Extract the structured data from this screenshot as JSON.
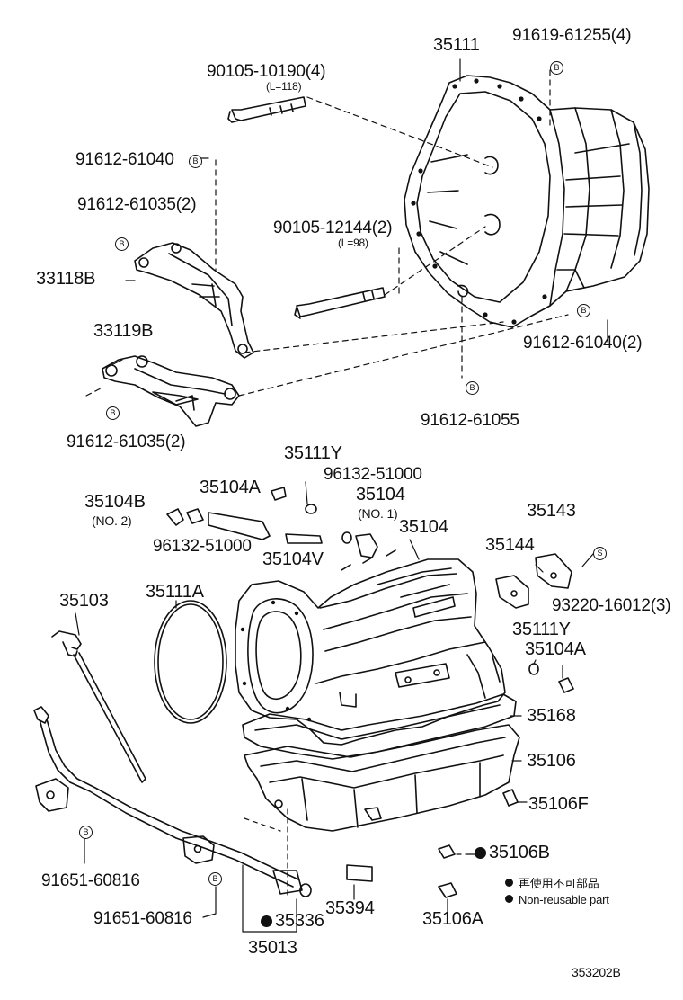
{
  "parts": {
    "p35111": "35111",
    "p91619": "91619-61255(4)",
    "p90105a": "90105-10190(4)",
    "p90105a_len": "(L=118)",
    "p91612_61040": "91612-61040",
    "p91612_61035a": "91612-61035(2)",
    "p33118B": "33118B",
    "p90105b": "90105-12144(2)",
    "p90105b_len": "(L=98)",
    "p33119B": "33119B",
    "p91612_61040b": "91612-61040(2)",
    "p91612_61035b": "91612-61035(2)",
    "p91612_61055": "91612-61055",
    "p35111Y_top": "35111Y",
    "p96132_top": "96132-51000",
    "p35104A_top": "35104A",
    "p35104_no1": "35104",
    "p35104_no1_sub": "(NO. 1)",
    "p35104B": "35104B",
    "p35104B_sub": "(NO. 2)",
    "p35104_main": "35104",
    "p35143": "35143",
    "p96132_bot": "96132-51000",
    "p35104V": "35104V",
    "p35144": "35144",
    "p93220": "93220-16012(3)",
    "p35103": "35103",
    "p35111A": "35111A",
    "p35111Y_mid": "35111Y",
    "p35104A_mid": "35104A",
    "p35168": "35168",
    "p35106": "35106",
    "p35106F": "35106F",
    "p35106B": "35106B",
    "p91651a": "91651-60816",
    "p91651b": "91651-60816",
    "p35336": "35336",
    "p35394": "35394",
    "p35106A": "35106A",
    "p35013": "35013"
  },
  "markers": {
    "b": "B",
    "s": "S"
  },
  "legend": {
    "cn": "再使用不可部品",
    "en": "Non-reusable part"
  },
  "footer": {
    "code": "353202B"
  }
}
